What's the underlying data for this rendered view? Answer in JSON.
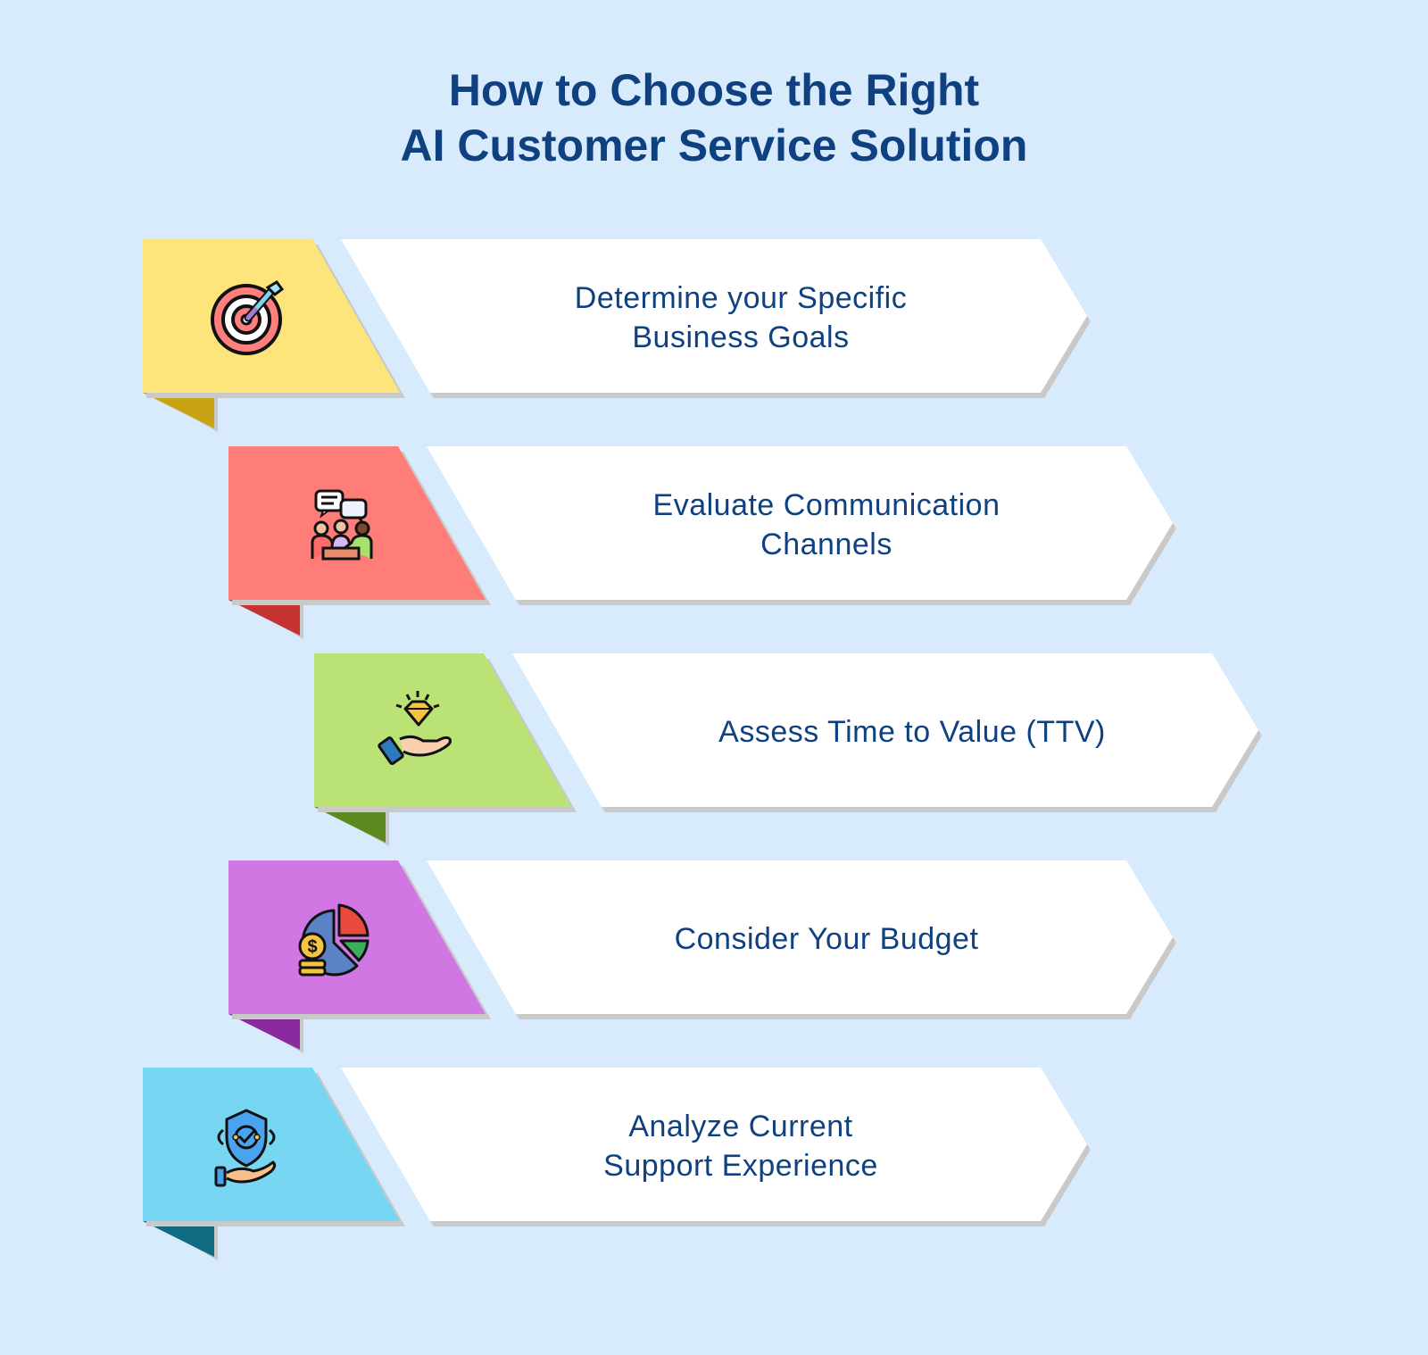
{
  "title": {
    "line1": "How to Choose the Right",
    "line2": "AI Customer Service Solution"
  },
  "colors": {
    "background": "#d8ebfd",
    "title_text": "#0f4181",
    "arrow_fill": "#ffffff",
    "shadow": "#c9c9c9"
  },
  "steps": [
    {
      "line1": "Determine your Specific",
      "line2": "Business Goals",
      "icon": "target-dart-icon",
      "tab_color": "#fde57c",
      "fold_color": "#c8a313"
    },
    {
      "line1": "Evaluate Communication",
      "line2": "Channels",
      "icon": "team-discussion-icon",
      "tab_color": "#ff7d79",
      "fold_color": "#c43232"
    },
    {
      "line1": "Assess Time to Value (TTV)",
      "line2": "",
      "icon": "hand-diamond-icon",
      "tab_color": "#bae275",
      "fold_color": "#5c8a1e"
    },
    {
      "line1": "Consider Your Budget",
      "line2": "",
      "icon": "budget-pie-coins-icon",
      "tab_color": "#d077e3",
      "fold_color": "#8a2a9e"
    },
    {
      "line1": "Analyze Current",
      "line2": "Support Experience",
      "icon": "hand-shield-check-icon",
      "tab_color": "#77d6f2",
      "fold_color": "#0e6b80"
    }
  ]
}
